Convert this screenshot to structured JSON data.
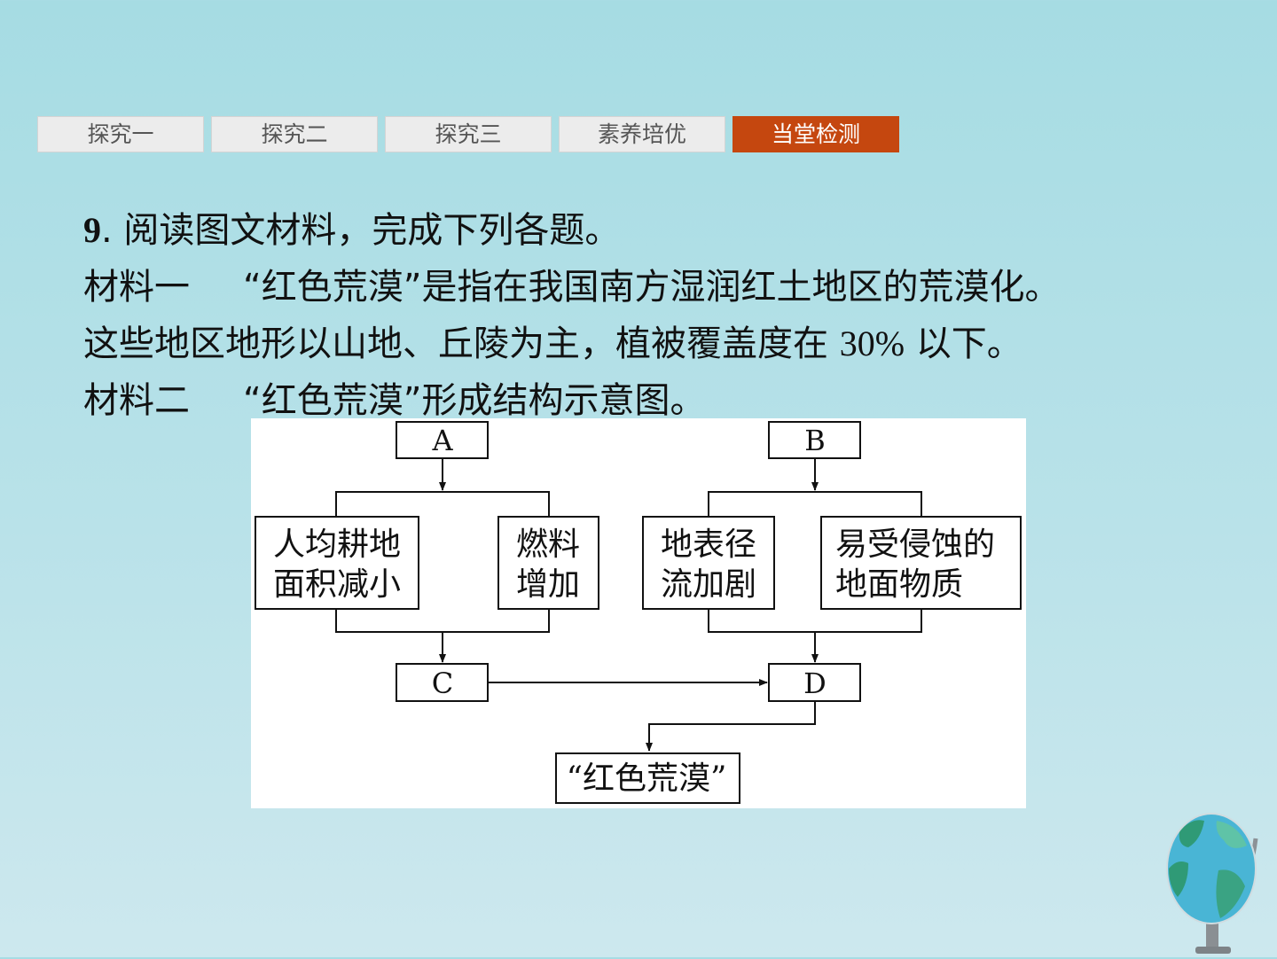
{
  "tabs": [
    {
      "label": "探究一",
      "active": false
    },
    {
      "label": "探究二",
      "active": false
    },
    {
      "label": "探究三",
      "active": false
    },
    {
      "label": "素养培优",
      "active": false
    },
    {
      "label": "当堂检测",
      "active": true
    }
  ],
  "question": {
    "number": "9",
    "prompt": ". 阅读图文材料，完成下列各题。",
    "material1_label": "材料一",
    "material1_line1": "“红色荒漠”是指在我国南方湿润红土地区的荒漠化。",
    "material1_line2a": "这些地区地形以山地、丘陵为主，植被覆盖度在 ",
    "material1_percent": "30%",
    "material1_line2b": " 以下。",
    "material2_label": "材料二",
    "material2_text": "“红色荒漠”形成结构示意图。"
  },
  "diagram": {
    "box_a": "A",
    "box_b": "B",
    "box_c": "C",
    "box_d": "D",
    "a_left_line1": "人均耕地",
    "a_left_line2": "面积减小",
    "a_right_line1": "燃料",
    "a_right_line2": "增加",
    "b_left_line1": "地表径",
    "b_left_line2": "流加剧",
    "b_right_line1": "易受侵蚀的",
    "b_right_line2": "地面物质",
    "result": "“红色荒漠”"
  },
  "colors": {
    "active_tab": "#c5470f",
    "inactive_tab": "#ececec",
    "background": "#a6dce3"
  },
  "icons": {
    "globe": "globe-icon"
  }
}
